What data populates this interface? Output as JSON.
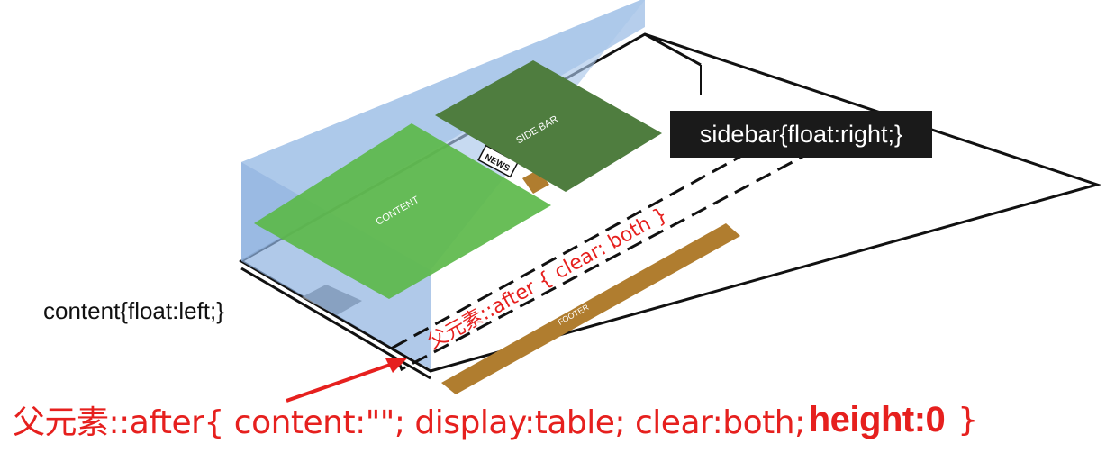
{
  "sidebar_rule": "sidebar{float:right;}",
  "content_rule": "content{float:left;}",
  "after_rule_rotated": "父元素::after { clear: both }",
  "bottom_rule": {
    "text": "父元素::after{ content:\"\"; display:table; clear:both;",
    "bold": "height:0",
    "close": "}"
  },
  "boxes": {
    "content": "CONTENT",
    "sidebar": "SIDE BAR",
    "footer": "FOOTER",
    "nav": "NEWS"
  },
  "colors": {
    "accent_red": "#e6201e",
    "parent_blue": "#9dbde6",
    "content_green": "#5cb84a",
    "sidebar_green": "#4f7d3f",
    "footer_brown": "#b07d2f",
    "label_bg": "#1a1a1a"
  }
}
